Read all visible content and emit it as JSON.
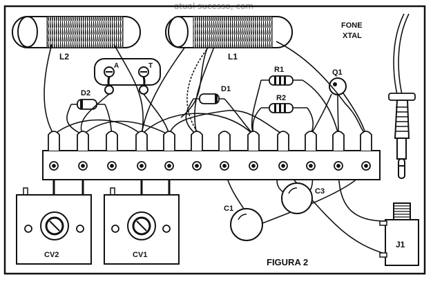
{
  "overflow_text": "atual sucesso, com",
  "labels": {
    "L2": "L2",
    "L1": "L1",
    "fone1": "FONE",
    "fone2": "XTAL",
    "A": "A",
    "T": "T",
    "D2": "D2",
    "D1": "D1",
    "R1": "R1",
    "R2": "R2",
    "Q1": "Q1",
    "C1": "C1",
    "C3": "C3",
    "CV2": "CV2",
    "CV1": "CV1",
    "J1": "J1",
    "figure": "FIGURA 2"
  },
  "colors": {
    "ink": "#111111",
    "paper": "#ffffff",
    "print_through": "#9a9a9a"
  }
}
